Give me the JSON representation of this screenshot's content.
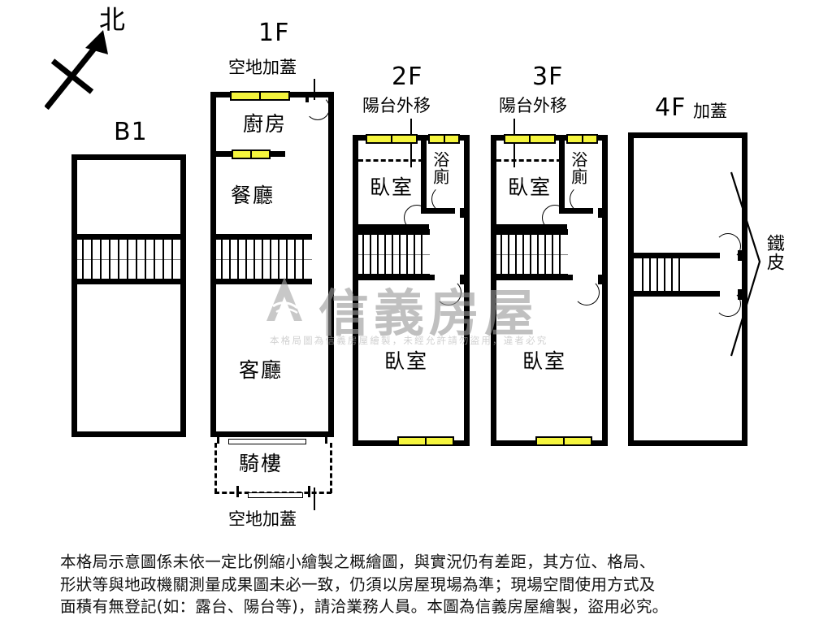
{
  "meta": {
    "title": "住宅樓層格局示意圖",
    "watermark": {
      "brand": "信義房屋",
      "subtitle": "本格局圖為信義房屋繪製，未經允許請勿盜用，違者必究",
      "logo_icon": "sinyi-logo-icon",
      "color": "#9a9a9a"
    },
    "colors": {
      "wall": "#000000",
      "window": "#f5f53d",
      "background": "#ffffff",
      "watermark": "#9a9a9a",
      "stair_mid": "#777777"
    }
  },
  "compass": {
    "label": "北",
    "icon": "north-arrow-icon",
    "direction": "northeast"
  },
  "floors": [
    {
      "id": "b1",
      "tag": "B1",
      "tag_suffix": "",
      "note": "",
      "rooms": [],
      "features": [
        "staircase"
      ]
    },
    {
      "id": "f1",
      "tag": "1F",
      "tag_suffix": "",
      "note_top": "空地加蓋",
      "note_bottom": "空地加蓋",
      "rooms": [
        "廚房",
        "餐廳",
        "客廳",
        "騎樓"
      ],
      "room_kitchen": "廚房",
      "room_dining": "餐廳",
      "room_living": "客廳",
      "room_arcade": "騎樓",
      "features": [
        "staircase",
        "entry-door",
        "windows",
        "arcade-dashed"
      ]
    },
    {
      "id": "f2",
      "tag": "2F",
      "tag_suffix": "",
      "note_top": "陽台外移",
      "room_bedroom_upper": "臥室",
      "room_bathroom": "浴廁",
      "room_bedroom_lower": "臥室",
      "features": [
        "staircase",
        "balcony-dashed",
        "windows",
        "doors"
      ]
    },
    {
      "id": "f3",
      "tag": "3F",
      "tag_suffix": "",
      "note_top": "陽台外移",
      "room_bedroom_upper": "臥室",
      "room_bathroom": "浴廁",
      "room_bedroom_lower": "臥室",
      "features": [
        "staircase",
        "balcony-dashed",
        "windows",
        "doors"
      ]
    },
    {
      "id": "f4",
      "tag": "4F",
      "tag_suffix": "加蓋",
      "note_right": "鐵皮",
      "rooms": [],
      "features": [
        "staircase",
        "doors",
        "metal-sheet-bracket"
      ]
    }
  ],
  "disclaimer": {
    "line1": "本格局示意圖係未依一定比例縮小繪製之概繪圖，與實況仍有差距，其方位、格局、",
    "line2": "形狀等與地政機關測量成果圖未必一致，仍須以房屋現場為準；現場空間使用方式及",
    "line3": "面積有無登記(如：露台、陽台等)，請洽業務人員。本圖為信義房屋繪製，盜用必究。"
  }
}
